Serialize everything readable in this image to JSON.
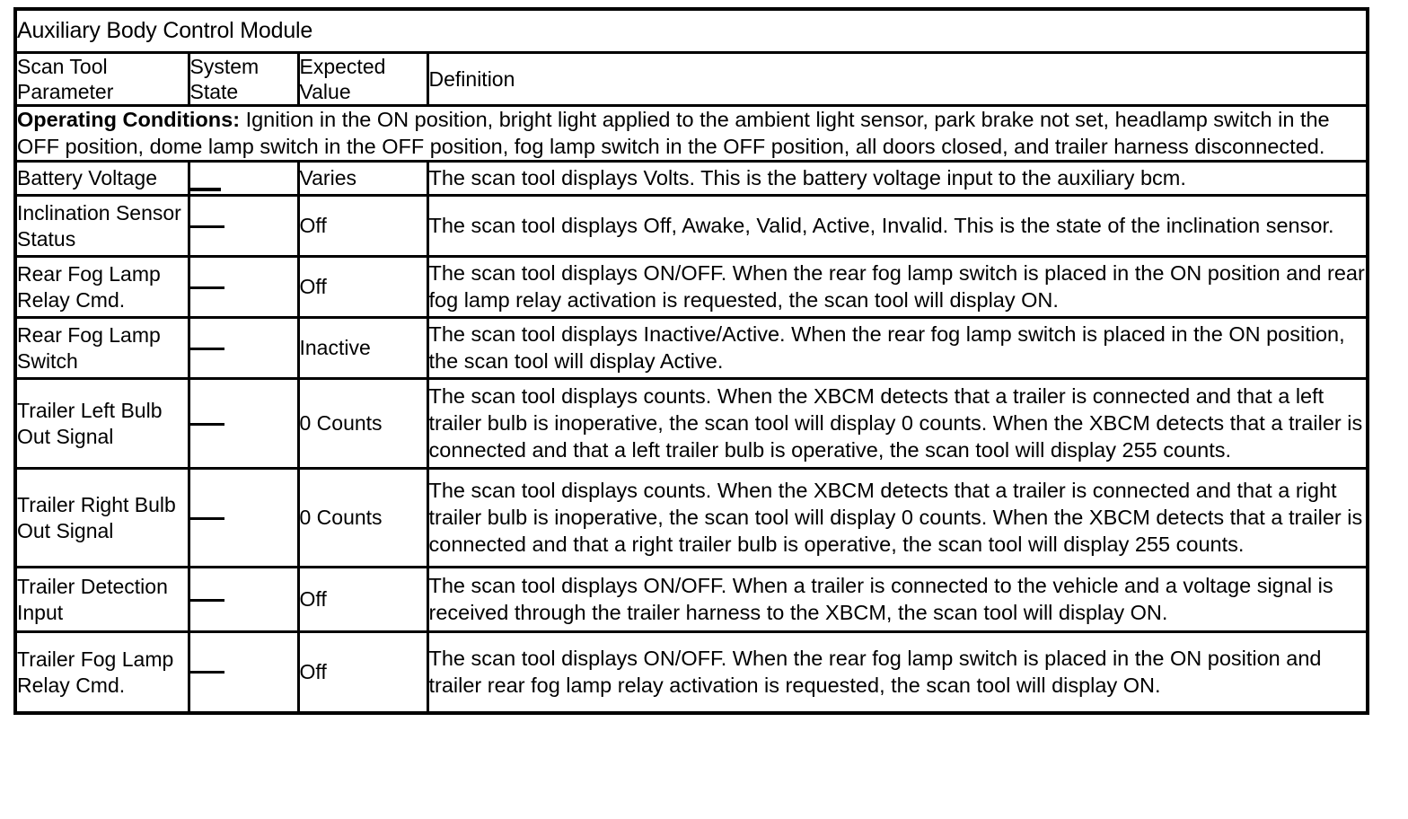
{
  "table": {
    "title": "Auxiliary Body Control Module",
    "columns": [
      {
        "id": "scan-tool-parameter",
        "label_line1": "Scan Tool",
        "label_line2": "Parameter"
      },
      {
        "id": "system-state",
        "label_line1": "System",
        "label_line2": "State"
      },
      {
        "id": "expected-value",
        "label_line1": "Expected",
        "label_line2": "Value"
      },
      {
        "id": "definition",
        "label": "Definition"
      }
    ],
    "operating_conditions": {
      "label": "Operating Conditions:",
      "text": " Ignition in the ON position, bright light applied to the ambient light sensor, park brake not set, headlamp switch in the OFF position, dome lamp switch in the OFF position, fog lamp switch in the OFF position, all doors closed, and trailer harness disconnected."
    },
    "rows": [
      {
        "parameter": "Battery Voltage",
        "state": "__",
        "value": "Varies",
        "definition": "The scan tool displays Volts. This is the battery voltage input to the auxiliary bcm."
      },
      {
        "parameter": "Inclination Sensor Status",
        "state": "—",
        "value": "Off",
        "definition": "The scan tool displays Off, Awake, Valid, Active, Invalid. This is the state of the inclination sensor."
      },
      {
        "parameter": "Rear Fog Lamp Relay Cmd.",
        "state": "—",
        "value": "Off",
        "definition": "The scan tool displays ON/OFF. When the rear fog lamp switch is placed in the ON position and rear fog lamp relay activation is requested, the scan tool will display ON."
      },
      {
        "parameter": "Rear Fog Lamp Switch",
        "state": "—",
        "value": "Inactive",
        "definition": "The scan tool displays Inactive/Active. When the rear fog lamp switch is placed in the ON position, the scan tool will display Active."
      },
      {
        "parameter": "Trailer Left Bulb Out Signal",
        "state": "—",
        "value": "0 Counts",
        "definition": "The scan tool displays counts. When the XBCM detects that a trailer is connected and that a left trailer bulb is inoperative, the scan tool will display 0 counts. When the XBCM detects that a trailer is connected and that a left trailer bulb is operative, the scan tool will display 255 counts."
      },
      {
        "parameter": "Trailer Right Bulb Out Signal",
        "state": "—",
        "value": "0 Counts",
        "definition": "The scan tool displays counts. When the XBCM detects that a trailer is connected and that a right trailer bulb is inoperative, the scan tool will display 0 counts. When the XBCM detects that a trailer is connected and that a right trailer bulb is operative, the scan tool will display 255 counts."
      },
      {
        "parameter": "Trailer Detection Input",
        "state": "—",
        "value": "Off",
        "definition": "The scan tool displays ON/OFF. When a trailer is connected to the vehicle and a voltage signal is received through the trailer harness to the XBCM, the scan tool will display ON."
      },
      {
        "parameter": "Trailer Fog Lamp Relay Cmd.",
        "state": "—",
        "value": "Off",
        "definition": "The scan tool displays ON/OFF. When the rear fog lamp switch is placed in the ON position and trailer rear fog lamp relay activation is requested, the scan tool will display ON."
      }
    ]
  },
  "colors": {
    "border": "#000000",
    "background": "#ffffff",
    "text": "#000000"
  }
}
